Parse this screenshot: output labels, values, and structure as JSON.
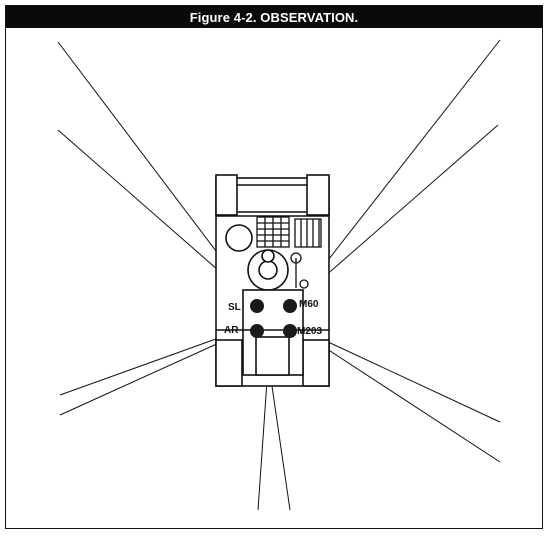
{
  "figure": {
    "title": "Figure 4-2. OBSERVATION."
  },
  "positions": {
    "sl": "SL",
    "m60": "M60",
    "ar": "AR",
    "m203": "M203"
  },
  "colors": {
    "ink": "#111111",
    "title_bg": "#0a0a0a",
    "title_text": "#ffffff",
    "position_marker": "#1a1a1a"
  }
}
